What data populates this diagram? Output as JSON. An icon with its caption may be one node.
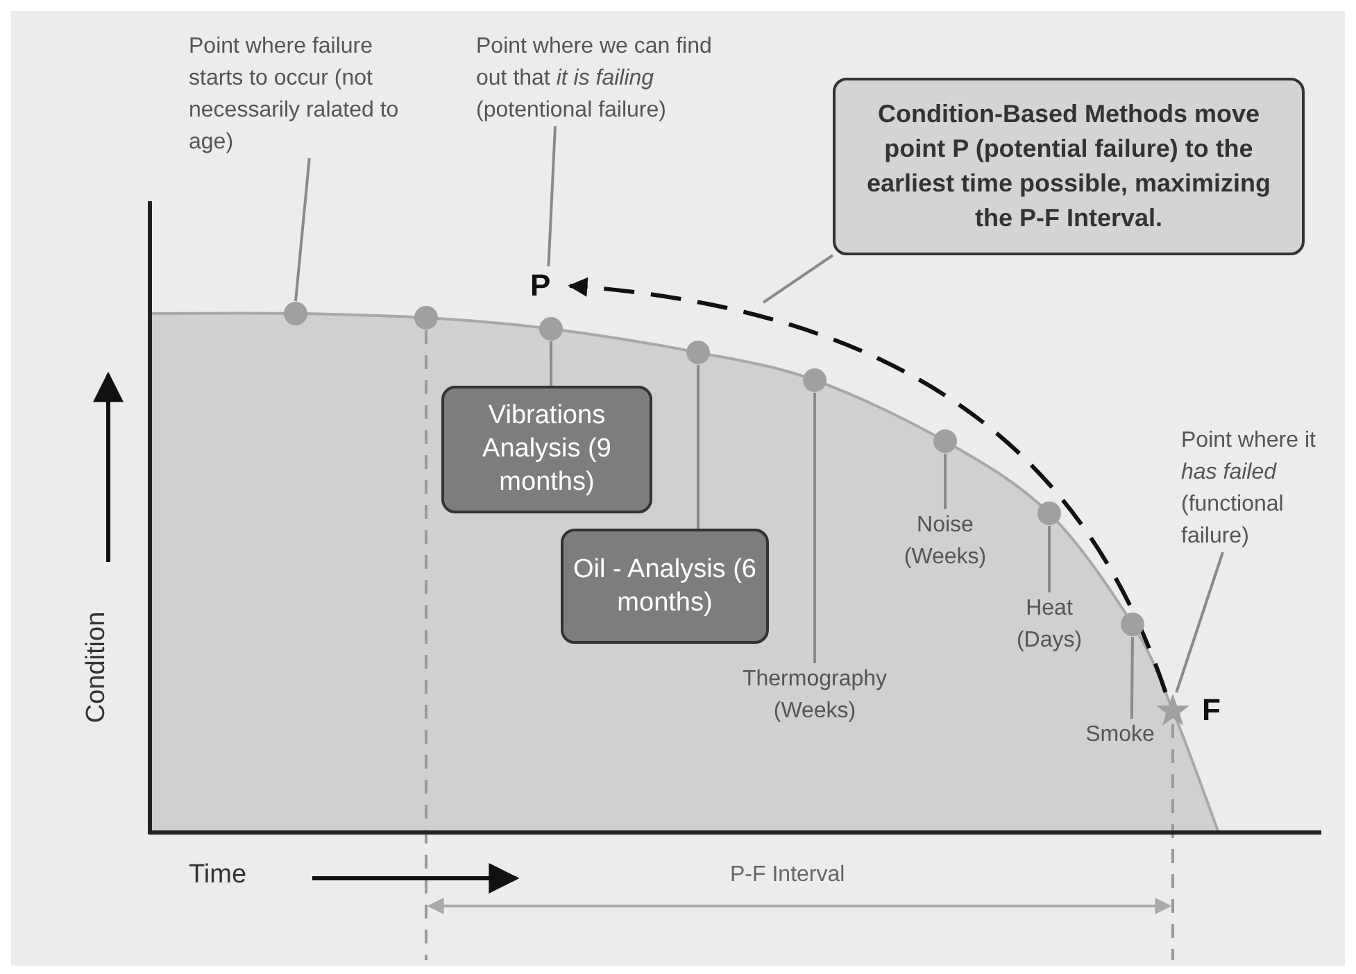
{
  "diagram": {
    "nodes": [
      {
        "text": [
          "Point where failure starts to occur (not necessarily ralated to age)"
        ]
      },
      {
        "text": [],
        "shape": "circle"
      },
      {
        "text": [],
        "shape": "circle"
      },
      {
        "text": [
          "Point where we can find out that *it is failing* (potentional failure)"
        ]
      },
      {
        "text": [
          "P"
        ]
      },
      {
        "text": [],
        "shape": "circle"
      },
      {
        "text": [
          "Vibrations Analysis (9 months)"
        ]
      },
      {
        "text": [],
        "shape": "circle"
      },
      {
        "text": [
          "Oil - Analysis (6 months)"
        ]
      },
      {
        "text": [],
        "shape": "circle"
      },
      {
        "text": [
          "Thermography (Weeks)"
        ]
      },
      {
        "text": [],
        "shape": "circle"
      },
      {
        "text": [
          "Noise (Weeks)"
        ]
      },
      {
        "text": [],
        "shape": "circle"
      },
      {
        "text": [
          "Heat (Days)"
        ]
      },
      {
        "text": [],
        "shape": "circle"
      },
      {
        "text": [
          "Smoke"
        ]
      },
      {
        "text": [],
        "shape": "star"
      },
      {
        "text": [
          "F"
        ]
      },
      {
        "text": [
          "Point where it *has failed* (functional failure)"
        ]
      },
      {
        "text": [
          "Condition-Based Methods move point P (potential failure) to the earliest time possible, maximizing the P-F Interval."
        ]
      }
    ],
    "edges": [
      {
        "from": 0,
        "to": 1,
        "arrow": "none"
      },
      {
        "from": 3,
        "to": 4,
        "arrow": "none"
      },
      {
        "from": 5,
        "to": 6,
        "arrow": "none"
      },
      {
        "from": 7,
        "to": 8,
        "arrow": "none"
      },
      {
        "from": 9,
        "to": 10,
        "arrow": "none"
      },
      {
        "from": 11,
        "to": 12,
        "arrow": "none"
      },
      {
        "from": 13,
        "to": 14,
        "arrow": "none"
      },
      {
        "from": 15,
        "to": 16,
        "arrow": "none"
      },
      {
        "from": 19,
        "to": 17,
        "arrow": "none"
      },
      {
        "from": 17,
        "to": 4,
        "arrow": "to",
        "style": "dashed",
        "color": "#111111"
      },
      {
        "from": 20,
        "to": null,
        "arrow": "none"
      }
    ],
    "labels": [
      "Condition",
      "Time",
      "P-F Interval"
    ]
  }
}
